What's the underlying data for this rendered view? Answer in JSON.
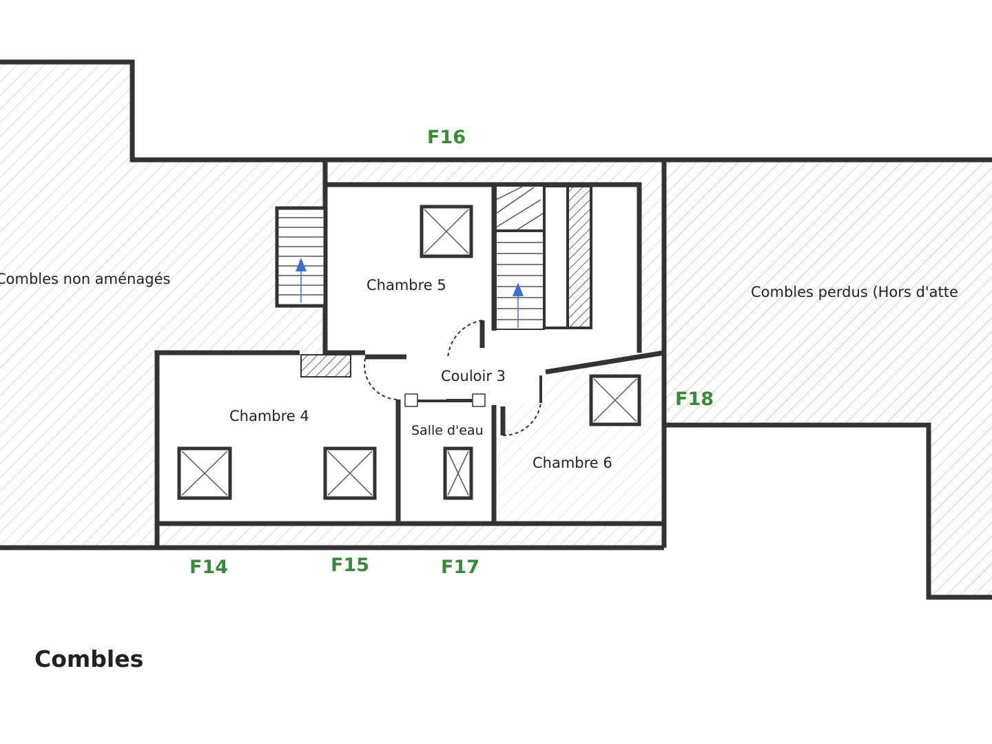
{
  "floor": {
    "title": "Combles"
  },
  "rooms": {
    "combles_non_amenages": "Combles non aménagés",
    "combles_perdus": "Combles perdus (Hors d'atte",
    "chambre_5": "Chambre 5",
    "chambre_4": "Chambre 4",
    "chambre_6": "Chambre 6",
    "couloir_3": "Couloir 3",
    "salle_deau": "Salle d'eau"
  },
  "facades": {
    "f14": "F14",
    "f15": "F15",
    "f16": "F16",
    "f17": "F17",
    "f18": "F18"
  },
  "colors": {
    "wall": "#333333",
    "hatch_grey": "#bbbbbb",
    "hatch_pink": "#d9a0a0",
    "facade_label": "#3a8a3a",
    "stair_arrow": "#3b6fd1"
  },
  "icons": {
    "skylight": "skylight-icon",
    "stairs": "stairs-icon",
    "stair_arrow": "arrow-up-icon"
  }
}
